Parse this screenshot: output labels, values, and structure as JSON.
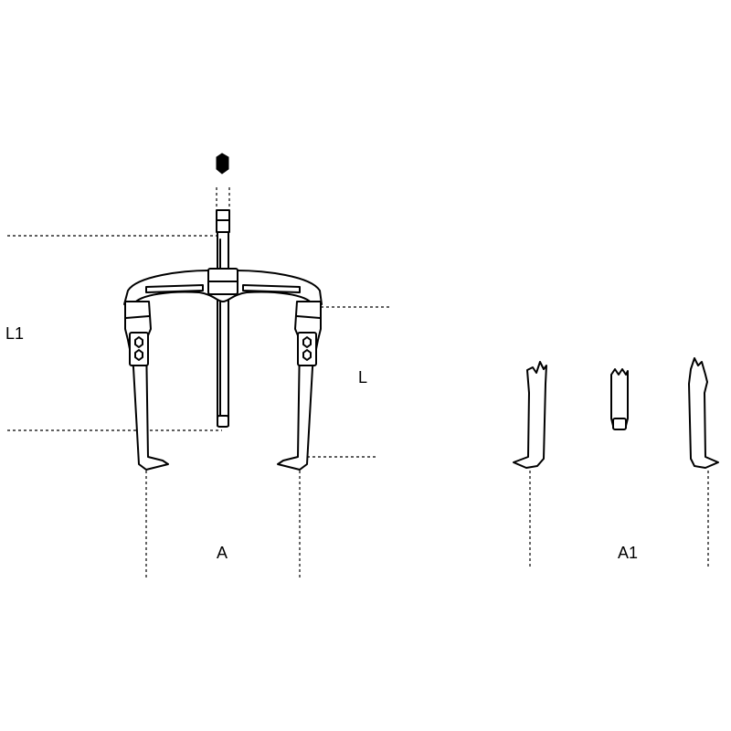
{
  "dimensions": {
    "L1": "L1",
    "L": "L",
    "A": "A",
    "A1": "A1"
  },
  "colors": {
    "ink": "#000000",
    "background": "#ffffff"
  }
}
